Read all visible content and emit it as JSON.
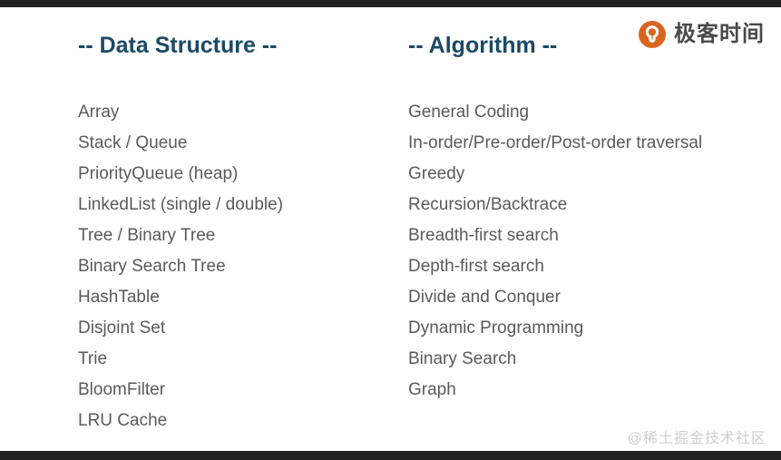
{
  "brand": {
    "icon": "geektime-logo-icon",
    "name": "极客时间",
    "accent_color": "#d9661f"
  },
  "columns": [
    {
      "key": "data_structure",
      "heading": "-- Data Structure --",
      "items": [
        "Array",
        "Stack / Queue",
        "PriorityQueue (heap)",
        "LinkedList (single / double)",
        "Tree / Binary Tree",
        "Binary Search Tree",
        "HashTable",
        "Disjoint Set",
        "Trie",
        "BloomFilter",
        "LRU Cache"
      ]
    },
    {
      "key": "algorithm",
      "heading": "-- Algorithm --",
      "items": [
        "General Coding",
        "In-order/Pre-order/Post-order traversal",
        "Greedy",
        "Recursion/Backtrace",
        "Breadth-first search",
        "Depth-first search",
        "Divide and Conquer",
        "Dynamic Programming",
        "Binary Search",
        "Graph"
      ]
    }
  ],
  "watermark": "@稀土掘金技术社区",
  "theme": {
    "heading_color": "#1b4a66",
    "body_text_color": "#5a5a5a",
    "background": "#ffffff",
    "letterbox_color": "#232323",
    "watermark_color": "#cfcfcf"
  }
}
